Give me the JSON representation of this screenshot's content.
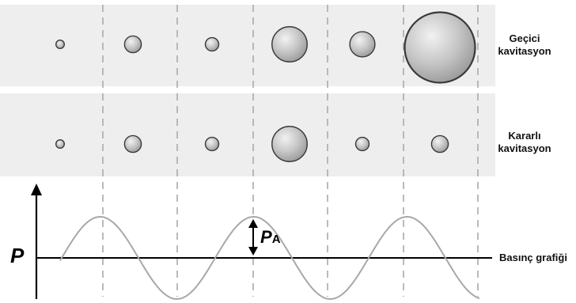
{
  "rows": [
    {
      "id": "transient",
      "label_lines": [
        "Geçici",
        "kavitasyon"
      ],
      "bubble_sizes": [
        1,
        2,
        1.6,
        4.2,
        3,
        8.4
      ]
    },
    {
      "id": "stable",
      "label_lines": [
        "Kararlı",
        "kavitasyon"
      ],
      "bubble_sizes": [
        1,
        2,
        1.6,
        4.2,
        1.6,
        2
      ]
    }
  ],
  "axis_label": "P",
  "amplitude_label": {
    "main": "P",
    "sub": "A"
  },
  "graph_label": "Basınç grafiği",
  "colors": {
    "panel": "#eeeeee",
    "bubble_fill": "#c3c3c3",
    "bubble_stroke": "#3a3a3a",
    "wave": "#a8a8a8",
    "dashed": "#aaaaaa",
    "axis": "#000000"
  }
}
